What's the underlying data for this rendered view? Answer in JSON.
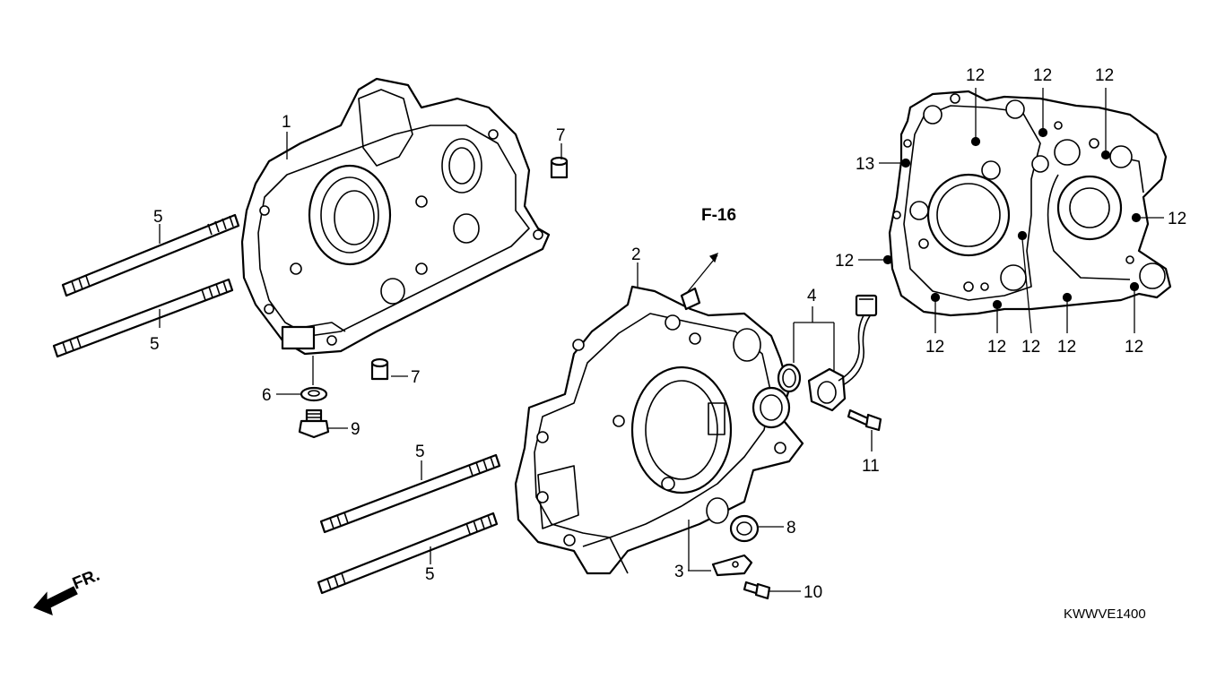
{
  "diagram": {
    "reference_label": "F-16",
    "front_label": "FR.",
    "diagram_code": "KWWVE1400",
    "callouts": [
      {
        "id": "c1",
        "text": "1"
      },
      {
        "id": "c2",
        "text": "2"
      },
      {
        "id": "c3",
        "text": "3"
      },
      {
        "id": "c4",
        "text": "4"
      },
      {
        "id": "c5a",
        "text": "5"
      },
      {
        "id": "c5b",
        "text": "5"
      },
      {
        "id": "c5c",
        "text": "5"
      },
      {
        "id": "c5d",
        "text": "5"
      },
      {
        "id": "c6",
        "text": "6"
      },
      {
        "id": "c7a",
        "text": "7"
      },
      {
        "id": "c7b",
        "text": "7"
      },
      {
        "id": "c8",
        "text": "8"
      },
      {
        "id": "c9",
        "text": "9"
      },
      {
        "id": "c10",
        "text": "10"
      },
      {
        "id": "c11",
        "text": "11"
      },
      {
        "id": "c12a",
        "text": "12"
      },
      {
        "id": "c12b",
        "text": "12"
      },
      {
        "id": "c12c",
        "text": "12"
      },
      {
        "id": "c12d",
        "text": "12"
      },
      {
        "id": "c12e",
        "text": "12"
      },
      {
        "id": "c12f",
        "text": "12"
      },
      {
        "id": "c12g",
        "text": "12"
      },
      {
        "id": "c12h",
        "text": "12"
      },
      {
        "id": "c12i",
        "text": "12"
      },
      {
        "id": "c12j",
        "text": "12"
      },
      {
        "id": "c13",
        "text": "13"
      }
    ]
  }
}
